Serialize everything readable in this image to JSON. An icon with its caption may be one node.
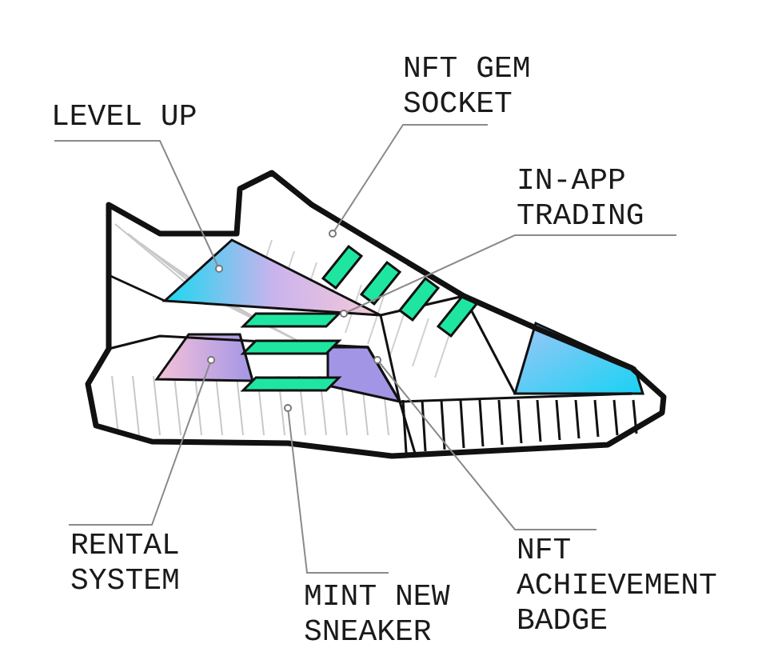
{
  "diagram": {
    "nodes": [
      {
        "text": [
          "NFT GEM SOCKET"
        ]
      },
      {
        "text": [
          "LEVEL UP"
        ]
      },
      {
        "text": [
          "IN-APP TRADING"
        ]
      },
      {
        "text": [
          "RENTAL SYSTEM"
        ]
      },
      {
        "text": [
          "MINT NEW SNEAKER"
        ]
      },
      {
        "text": [
          "NFT ACHIEVEMENT BADGE"
        ]
      }
    ],
    "edges": [
      {
        "from": 0,
        "to": null,
        "arrow": "other"
      },
      {
        "from": 1,
        "to": null,
        "arrow": "other"
      },
      {
        "from": 2,
        "to": null,
        "arrow": "other"
      },
      {
        "from": 3,
        "to": null,
        "arrow": "other"
      },
      {
        "from": 4,
        "to": null,
        "arrow": "other"
      },
      {
        "from": 5,
        "to": null,
        "arrow": "other"
      }
    ]
  }
}
